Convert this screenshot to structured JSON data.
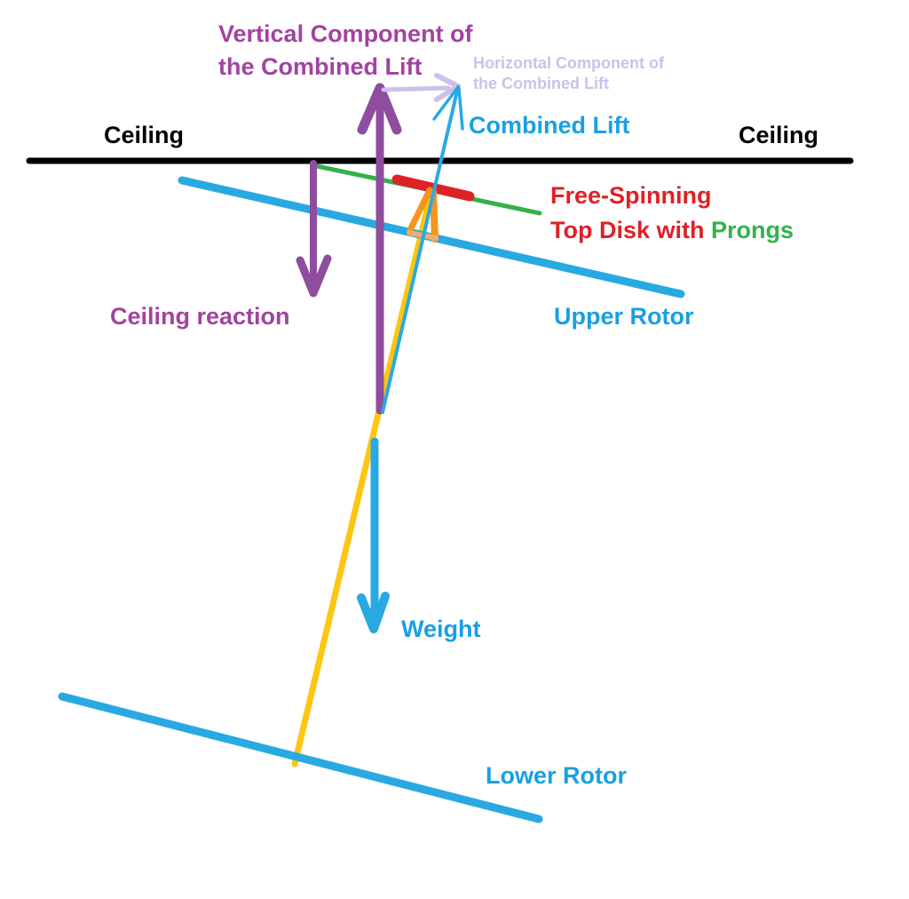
{
  "colors": {
    "black": "#000000",
    "purple_arrow": "#8E4D9E",
    "purple_text": "#A143A1",
    "lavender": "#CCC1E8",
    "blue_line": "#29A9E1",
    "blue_text": "#19A0E3",
    "green": "#35B14B",
    "red": "#DE2127",
    "orange": "#F6941E",
    "orange_light": "#F3AC6A",
    "yellow": "#FFC513"
  },
  "labels": {
    "vertical_component_line1": "Vertical Component of",
    "vertical_component_line2": "the Combined Lift",
    "horizontal_component_line1": "Horizontal Component of",
    "horizontal_component_line2": "the Combined Lift",
    "combined_lift": "Combined Lift",
    "ceiling_left": "Ceiling",
    "ceiling_right": "Ceiling",
    "free_spinning_line1": "Free-Spinning",
    "top_disk_red": "Top Disk with ",
    "top_disk_green": "Prongs",
    "upper_rotor": "Upper Rotor",
    "ceiling_reaction": "Ceiling reaction",
    "weight": "Weight",
    "lower_rotor": "Lower Rotor"
  }
}
